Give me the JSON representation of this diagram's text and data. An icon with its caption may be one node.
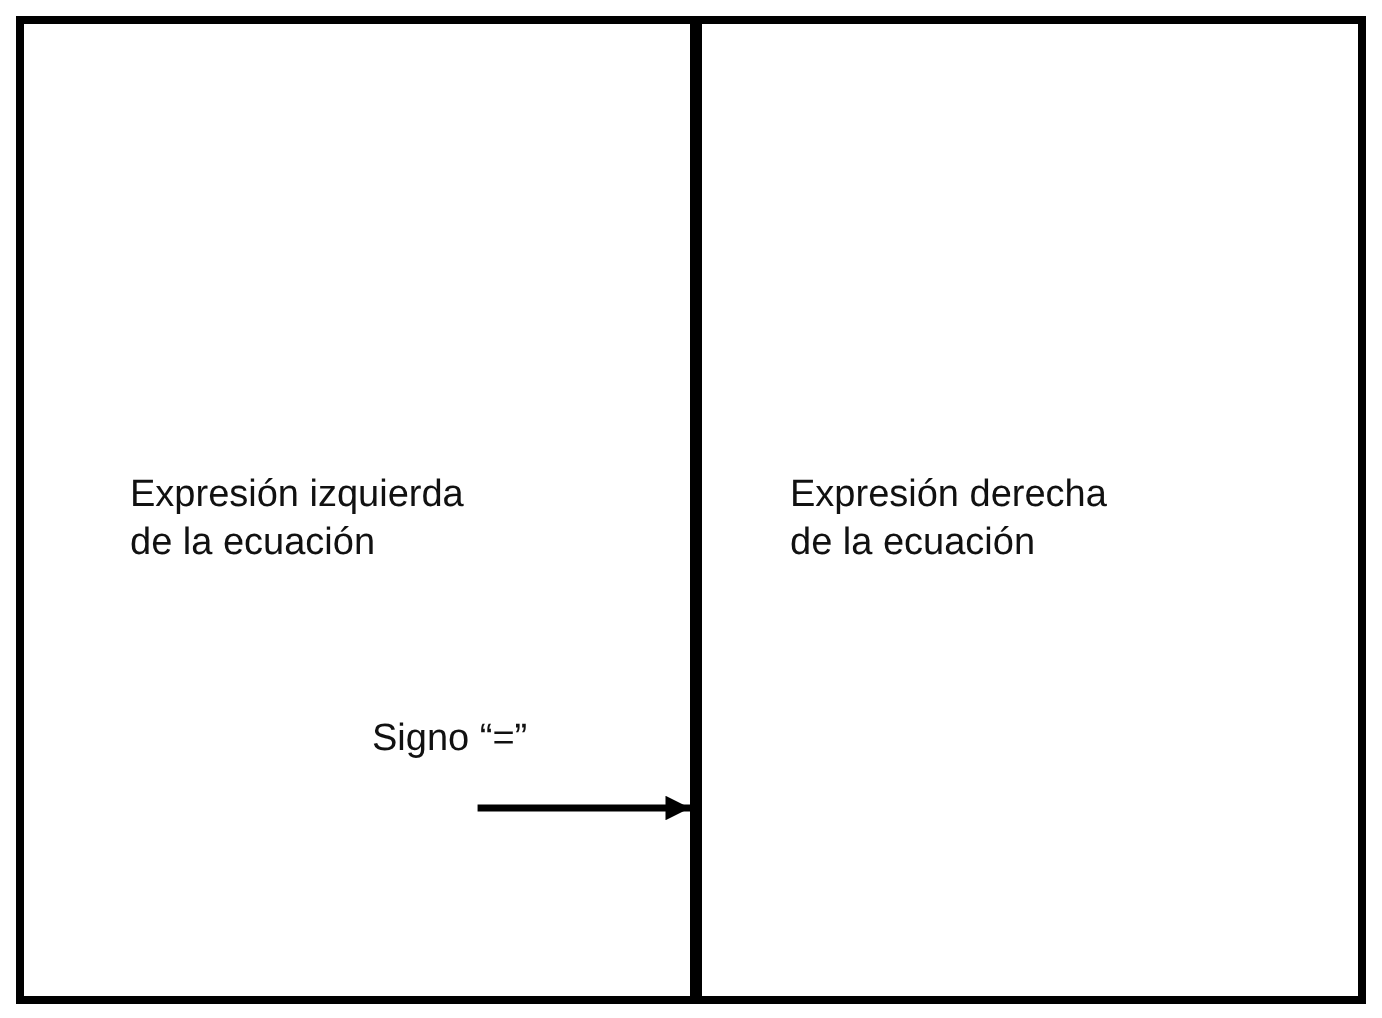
{
  "diagram": {
    "nodes": [
      {
        "text": [
          "Expresión izquierda de la ecuación"
        ]
      },
      {
        "text": [
          "Expresión derecha de la ecuación"
        ]
      },
      {
        "text": [
          "Signo “=”"
        ],
        "in": 0
      },
      {
        "text": [],
        "shape": "bar"
      }
    ],
    "edges": [
      {
        "from": 2,
        "to": 3,
        "arrow": "to"
      }
    ]
  }
}
